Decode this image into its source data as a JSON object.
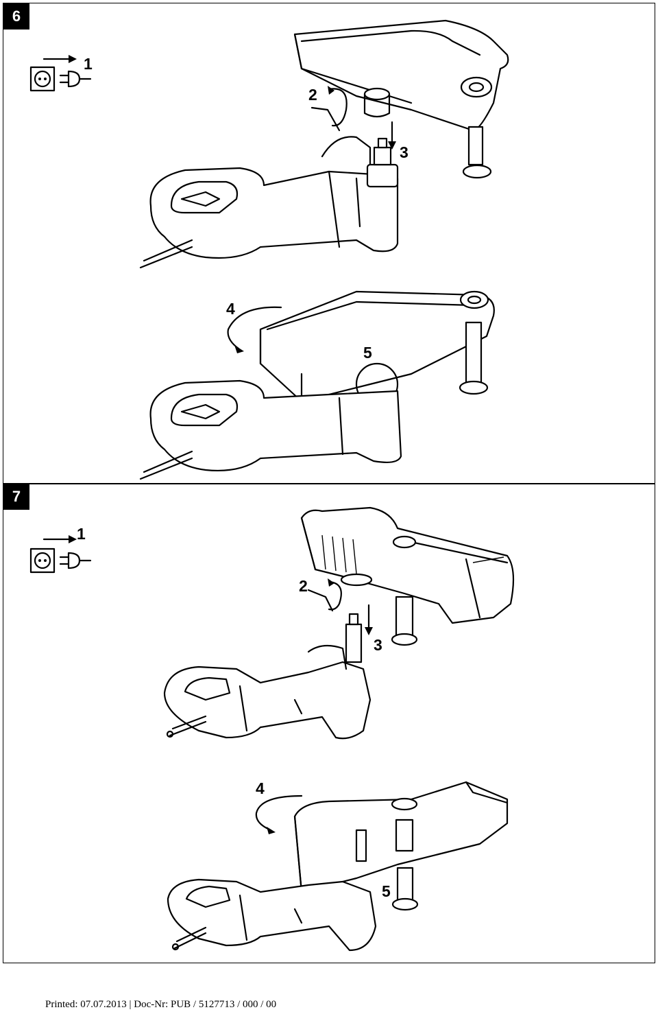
{
  "figures": [
    {
      "number": "6",
      "steps": [
        "1",
        "2",
        "3",
        "4",
        "5"
      ]
    },
    {
      "number": "7",
      "steps": [
        "1",
        "2",
        "3",
        "4",
        "5"
      ]
    }
  ],
  "icons": {
    "unplug": "socket-plug-disconnect-icon",
    "rotate_wrench": "hex-key-rotate-icon",
    "insert_arrow": "down-arrow-icon",
    "swing_arrow": "curved-arrow-icon"
  },
  "footer": {
    "text": "Printed: 07.07.2013 | Doc-Nr: PUB / 5127713 / 000 / 00"
  }
}
